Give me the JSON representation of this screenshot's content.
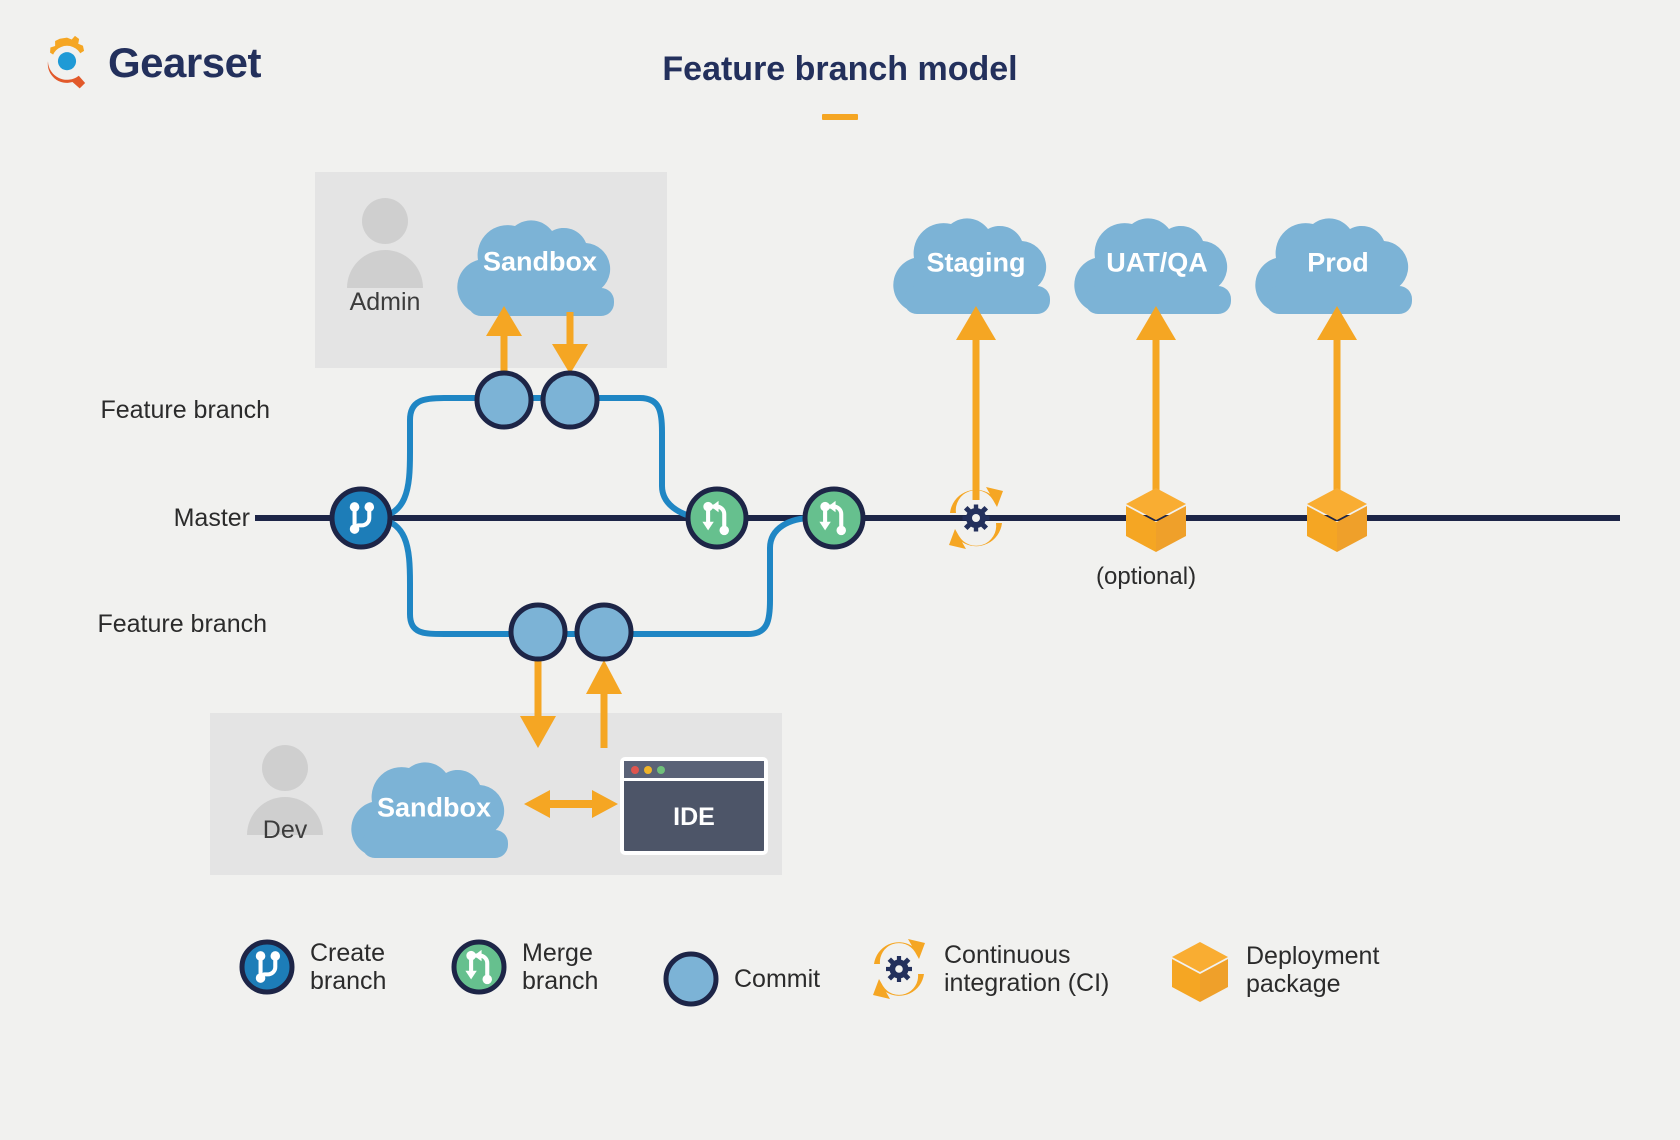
{
  "brand": {
    "name": "Gearset",
    "logo_icon": "gearset-gear-icon",
    "navy": "#23305c",
    "orange": "#f5a623",
    "orange_dark": "#e2592a",
    "blue": "#1f86c4"
  },
  "header": {
    "title": "Feature branch model"
  },
  "colors": {
    "background": "#f1f1ef",
    "panel": "#e4e4e4",
    "cloud_blue": "#7cb3d6",
    "commit_blue": "#7cb3d6",
    "create_blue": "#1d7db8",
    "merge_green": "#66c08e",
    "node_stroke": "#1d2547",
    "master_line": "#1d2547",
    "branch_line": "#1f86c4",
    "arrow_orange": "#f5a623",
    "ide_body": "#4d5568",
    "person_grey": "#cfcfcf"
  },
  "rows": {
    "feature_branch_top": "Feature branch",
    "master": "Master",
    "feature_branch_bottom": "Feature branch"
  },
  "admin_panel": {
    "person_icon": "person-icon",
    "person_label": "Admin",
    "cloud_label": "Sandbox",
    "arrow_up_icon": "arrow-up-icon",
    "arrow_down_icon": "arrow-down-icon"
  },
  "dev_panel": {
    "person_icon": "person-icon",
    "person_label": "Dev",
    "cloud_label": "Sandbox",
    "ide_label": "IDE",
    "ide_icon": "ide-window-icon",
    "sync_arrow_icon": "double-arrow-icon",
    "arrow_down_icon": "arrow-down-icon",
    "arrow_up_icon": "arrow-up-icon",
    "window_dots": [
      "#e0554e",
      "#f0b429",
      "#6fc07a"
    ]
  },
  "environments": [
    {
      "label": "Staging",
      "icon": "cloud-icon"
    },
    {
      "label": "UAT/QA",
      "icon": "cloud-icon"
    },
    {
      "label": "Prod",
      "icon": "cloud-icon"
    }
  ],
  "pipeline": {
    "ci_icon": "continuous-integration-icon",
    "package_icon": "deployment-package-icon",
    "optional_label": "(optional)"
  },
  "legend": [
    {
      "icon": "create-branch-icon",
      "label": "Create\nbranch"
    },
    {
      "icon": "merge-branch-icon",
      "label": "Merge\nbranch"
    },
    {
      "icon": "commit-icon",
      "label": "Commit"
    },
    {
      "icon": "continuous-integration-icon",
      "label": "Continuous\nintegration (CI)"
    },
    {
      "icon": "deployment-package-icon",
      "label": "Deployment\npackage"
    }
  ]
}
